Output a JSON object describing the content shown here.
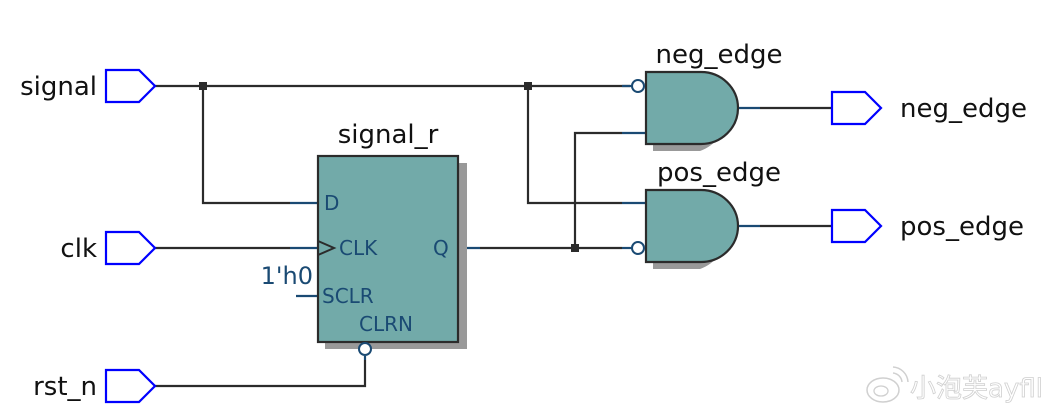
{
  "diagram": {
    "type": "rtl-schematic",
    "inputs": [
      {
        "name": "signal"
      },
      {
        "name": "clk"
      },
      {
        "name": "rst_n"
      }
    ],
    "outputs": [
      {
        "name": "neg_edge"
      },
      {
        "name": "pos_edge"
      }
    ],
    "register": {
      "instance": "signal_r",
      "pins": {
        "d": "D",
        "clk": "CLK",
        "sclr": "SCLR",
        "clrn": "CLRN",
        "q": "Q"
      },
      "sclr_constant": "1'h0"
    },
    "gates": [
      {
        "instance": "neg_edge",
        "type": "AND",
        "inverted_inputs": [
          "signal"
        ],
        "inputs": [
          "signal",
          "signal_r.Q"
        ]
      },
      {
        "instance": "pos_edge",
        "type": "AND",
        "inverted_inputs": [
          "signal_r.Q"
        ],
        "inputs": [
          "signal",
          "signal_r.Q"
        ]
      }
    ],
    "colors": {
      "block_fill": "#72aaa9",
      "port_stroke": "#0000ff",
      "pin_text": "#1a4a73",
      "wire": "#2b2b2b"
    }
  },
  "watermark": {
    "text": "小泡芙ayfll",
    "icon": "weibo-icon"
  }
}
